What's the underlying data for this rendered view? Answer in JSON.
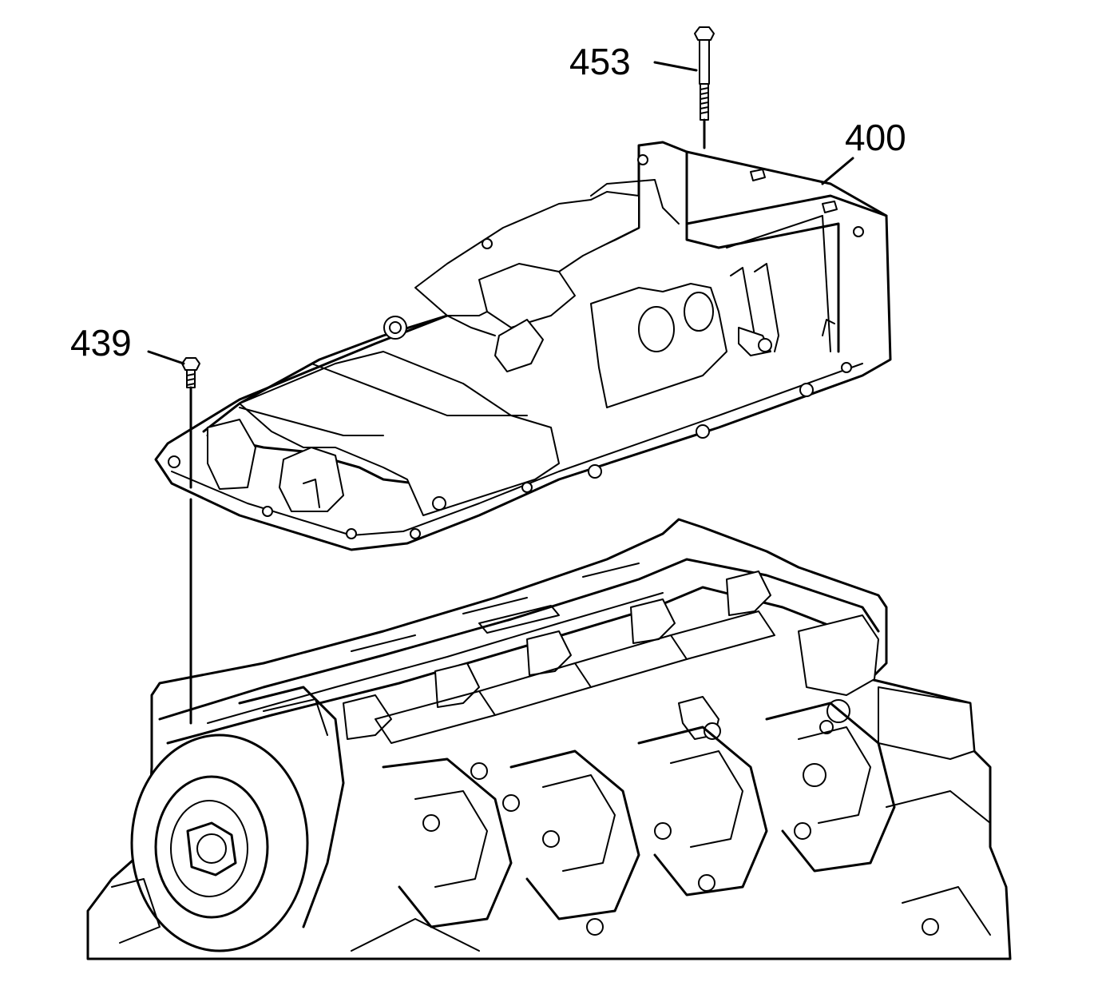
{
  "diagram": {
    "callouts": [
      {
        "id": "453",
        "text": "453",
        "part": "oil-pan-long-bolt"
      },
      {
        "id": "400",
        "text": "400",
        "part": "oil-pan"
      },
      {
        "id": "439",
        "text": "439",
        "part": "oil-pan-short-bolt"
      }
    ],
    "colors": {
      "line": "#000000",
      "background": "#ffffff"
    }
  }
}
